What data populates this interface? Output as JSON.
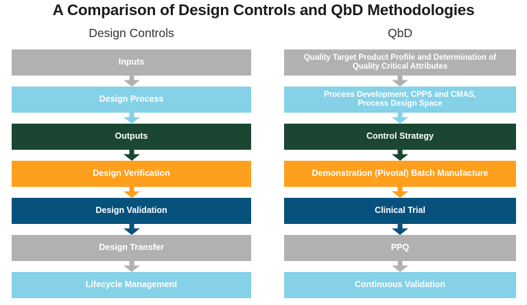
{
  "title": "A Comparison of Design Controls and QbD Methodologies",
  "palette": {
    "gray": "#b1b1b1",
    "light_blue": "#85d1e8",
    "dark_green": "#1a4632",
    "orange": "#ff9f1e",
    "navy": "#07527d",
    "label_text": "#ffffff",
    "title_text": "#1b1b1b",
    "header_text": "#333333",
    "background": "#ffffff"
  },
  "columns": [
    {
      "id": "design-controls",
      "header": "Design Controls",
      "steps": [
        {
          "label": "Inputs",
          "color": "gray",
          "lines": 1
        },
        {
          "label": "Design Process",
          "color": "light_blue",
          "lines": 1
        },
        {
          "label": "Outputs",
          "color": "dark_green",
          "lines": 1
        },
        {
          "label": "Design Verification",
          "color": "orange",
          "lines": 1
        },
        {
          "label": "Design Validation",
          "color": "navy",
          "lines": 1
        },
        {
          "label": "Design Transfer",
          "color": "gray",
          "lines": 1
        },
        {
          "label": "Lifecycle Management",
          "color": "light_blue",
          "lines": 1
        }
      ]
    },
    {
      "id": "qbd",
      "header": "QbD",
      "steps": [
        {
          "label": "Quality Target Product Profile and Determination of\nQuality Critical Attributes",
          "color": "gray",
          "lines": 2
        },
        {
          "label": "Process Development, CPPS and CMAS,\nProcess Design Space",
          "color": "light_blue",
          "lines": 2
        },
        {
          "label": "Control Strategy",
          "color": "dark_green",
          "lines": 1
        },
        {
          "label": "Demonstration (Pivotal) Batch Manufacture",
          "color": "orange",
          "lines": 1
        },
        {
          "label": "Clinical Trial",
          "color": "navy",
          "lines": 1
        },
        {
          "label": "PPQ",
          "color": "gray",
          "lines": 1
        },
        {
          "label": "Continuous Validation",
          "color": "light_blue",
          "lines": 1
        }
      ]
    }
  ]
}
